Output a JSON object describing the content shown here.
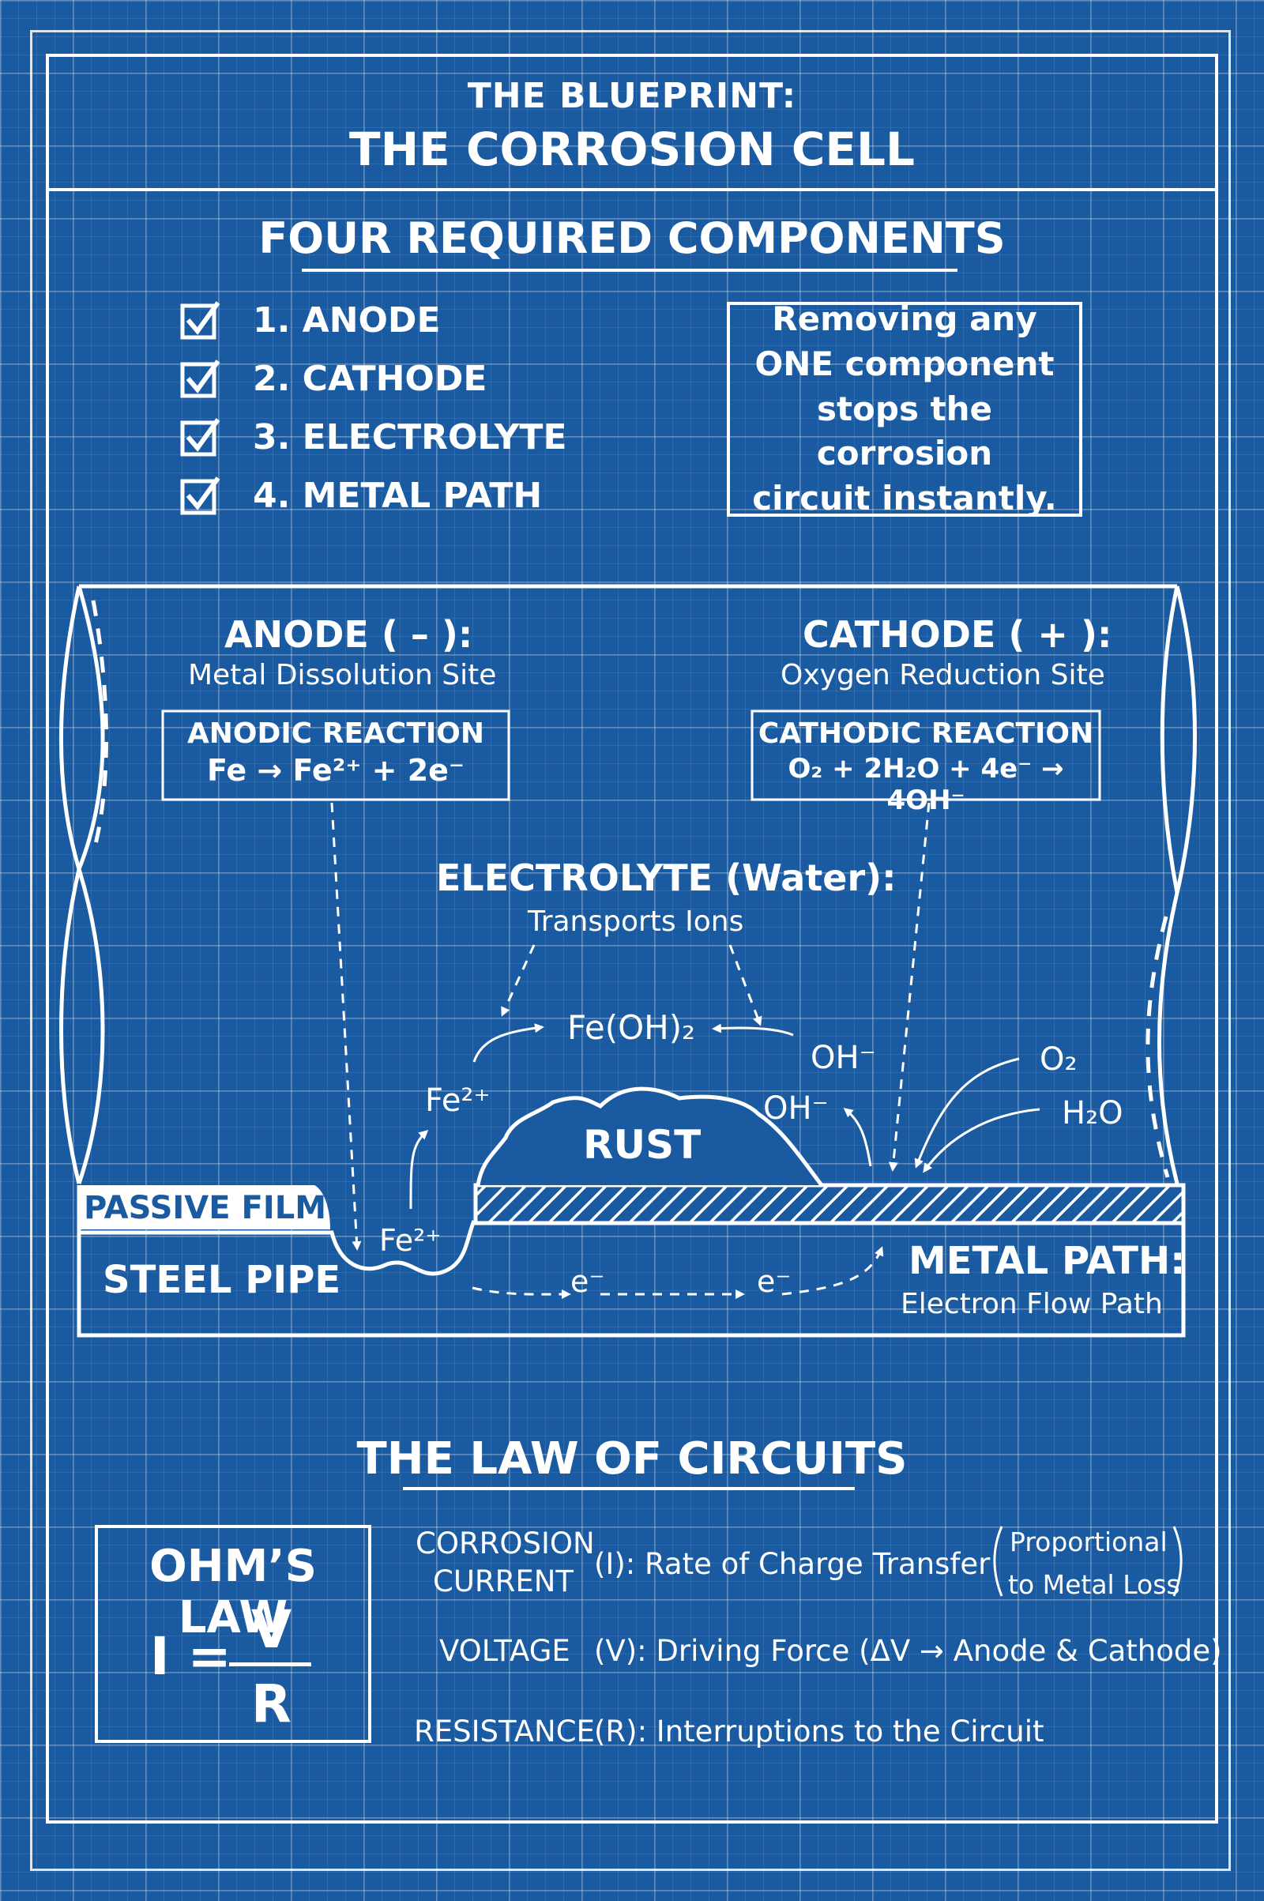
{
  "header": {
    "line1": "THE BLUEPRINT:",
    "line2": "THE CORROSION CELL"
  },
  "components": {
    "heading": "FOUR REQUIRED COMPONENTS",
    "items": [
      "1. ANODE",
      "2. CATHODE",
      "3. ELECTROLYTE",
      "4. METAL PATH"
    ],
    "note": "Removing any\nONE component\nstops the corrosion\ncircuit instantly."
  },
  "diagram": {
    "anode": {
      "title": "ANODE ( – ):",
      "subtitle": "Metal Dissolution Site",
      "reaction_title": "ANODIC REACTION",
      "reaction": "Fe → Fe²⁺ + 2e⁻"
    },
    "cathode": {
      "title": "CATHODE ( + ):",
      "subtitle": "Oxygen Reduction Site",
      "reaction_title": "CATHODIC REACTION",
      "reaction": "O₂ + 2H₂O + 4e⁻ → 4OH⁻"
    },
    "electrolyte": {
      "title": "ELECTROLYTE (Water):",
      "subtitle": "Transports Ions"
    },
    "species": {
      "fe_oh2": "Fe(OH)₂",
      "oh_upper": "OH⁻",
      "oh_lower": "OH⁻",
      "fe2_upper": "Fe²⁺",
      "fe2_lower": "Fe²⁺",
      "o2": "O₂",
      "h2o": "H₂O",
      "e_left": "e⁻",
      "e_right": "e⁻"
    },
    "rust": "RUST",
    "passive_film": "PASSIVE FILM",
    "steel_pipe": "STEEL PIPE",
    "metal_path": {
      "title": "METAL PATH:",
      "subtitle": "Electron Flow Path"
    }
  },
  "law": {
    "heading": "THE LAW OF CIRCUITS",
    "ohm_title": "OHM’S LAW",
    "ohm_I": "I =",
    "ohm_V": "V",
    "ohm_R": "R",
    "current_term_1": "CORROSION",
    "current_term_2": "CURRENT",
    "current_desc": "(I): Rate of Charge Transfer",
    "current_note_1": "Proportional",
    "current_note_2": "to Metal Loss",
    "voltage_term": "VOLTAGE",
    "voltage_desc": "(V): Driving Force (ΔV → Anode & Cathode)",
    "resistance_term": "RESISTANCE",
    "resistance_desc": "(R): Interruptions to the Circuit"
  },
  "colors": {
    "background": "#1a5aa0",
    "line": "#ffffff"
  }
}
